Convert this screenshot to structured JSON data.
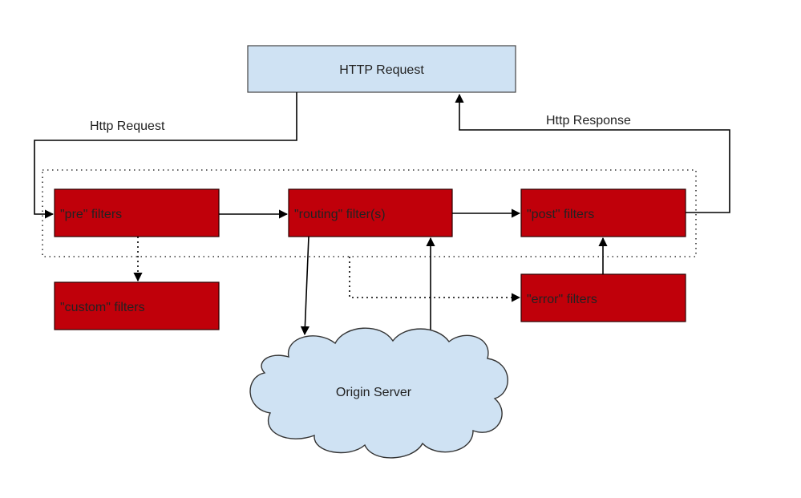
{
  "colors": {
    "filter_fill": "#c0000a",
    "filter_stroke": "#2b0000",
    "request_fill": "#cfe2f3",
    "cloud_fill": "#cfe2f3",
    "line": "#000000"
  },
  "nodes": {
    "http_request": {
      "label": "HTTP Request"
    },
    "pre_filters": {
      "label": "\"pre\" filters"
    },
    "routing_filters": {
      "label": "\"routing\" filter(s)"
    },
    "post_filters": {
      "label": "\"post\" filters"
    },
    "custom_filters": {
      "label": "\"custom\" filters"
    },
    "error_filters": {
      "label": "\"error\" filters"
    },
    "origin_server": {
      "label": "Origin Server"
    }
  },
  "edges": {
    "http_request_label": "Http Request",
    "http_response_label": "Http Response"
  }
}
